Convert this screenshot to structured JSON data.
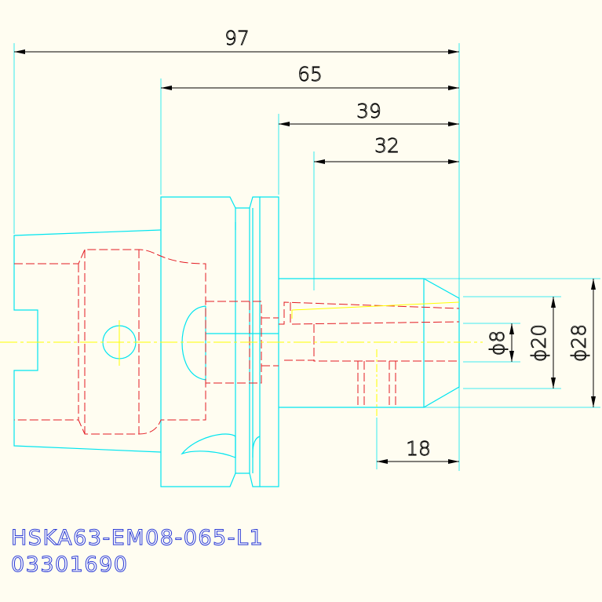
{
  "drawing": {
    "part_number": "HSKA63-EM08-065-L1",
    "order_number": "03301690"
  },
  "dimensions": {
    "overall_length": "97",
    "gauge_length": "65",
    "nose_length": "39",
    "clamp_length": "32",
    "bore_depth": "18",
    "bore_diameter": "ϕ8",
    "collet_diameter": "ϕ20",
    "nose_diameter": "ϕ28"
  },
  "colors": {
    "outline": "#00e5f0",
    "hidden": "#e31b23",
    "centerline": "#ffff00",
    "dimension": "#000000",
    "text": "#2b3bd4",
    "background": "#fffdf1"
  }
}
